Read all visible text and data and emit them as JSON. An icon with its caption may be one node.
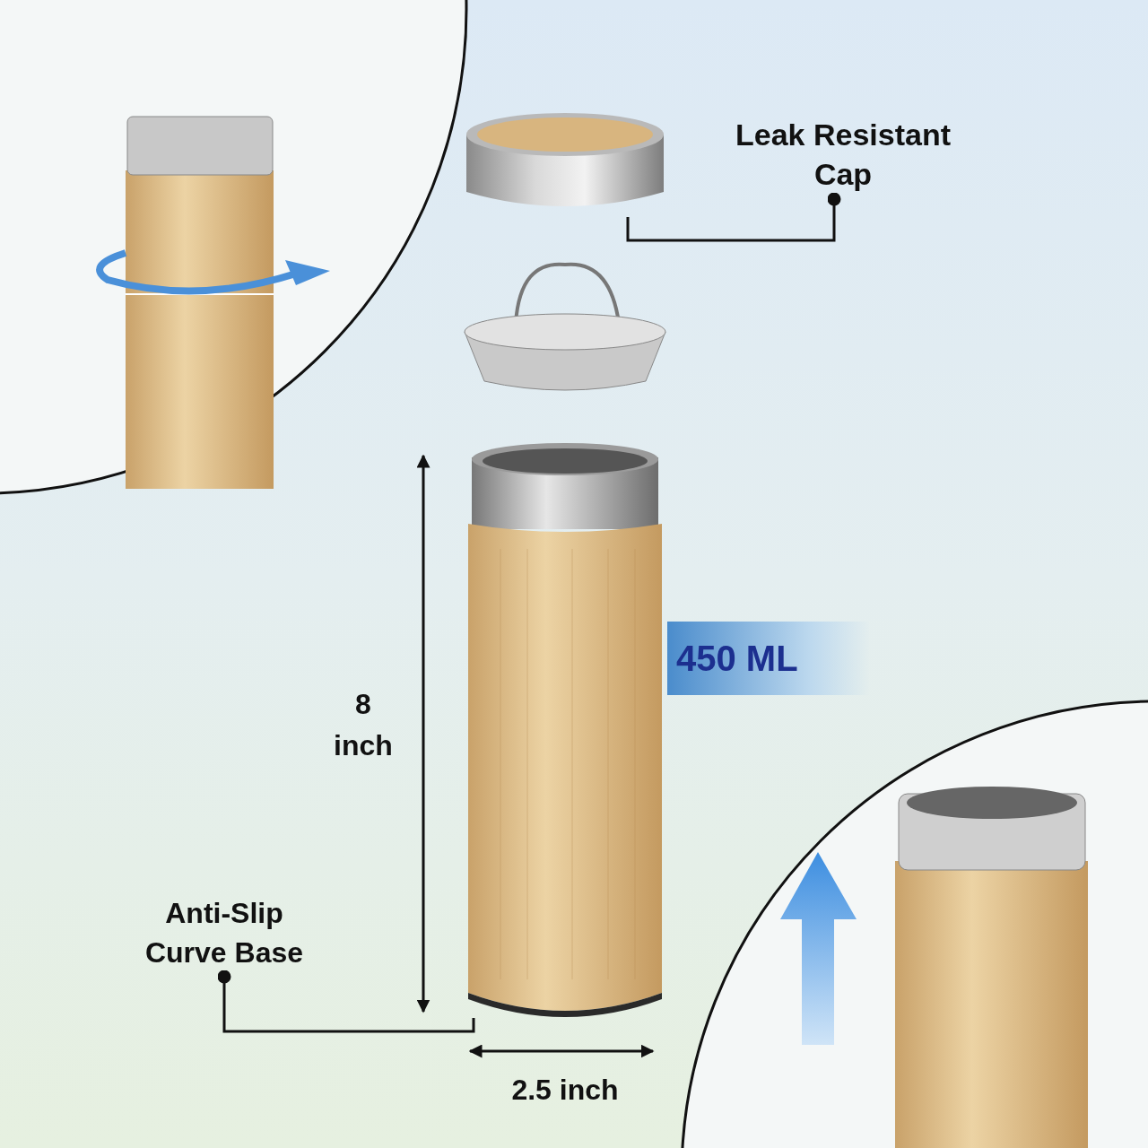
{
  "diagram": {
    "nodes": [
      {
        "text": [
          "Leak Resistant Cap"
        ]
      },
      {
        "text": [],
        "shape": "picture"
      },
      {
        "text": [
          "Anti-Slip Curve Base"
        ]
      },
      {
        "text": [],
        "shape": "picture"
      },
      {
        "text": [
          "450 ML"
        ]
      }
    ],
    "edges": [
      {
        "from": 0,
        "to": 1,
        "arrow": "other"
      },
      {
        "from": 2,
        "to": 3,
        "arrow": "other"
      }
    ],
    "labels": [
      "8 inch",
      "2.5 inch"
    ]
  }
}
